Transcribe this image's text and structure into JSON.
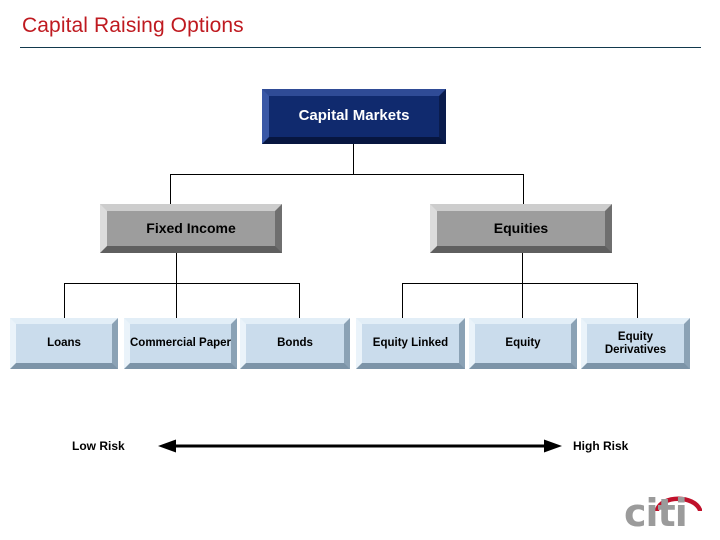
{
  "slide": {
    "title": "Capital Raising Options",
    "title_color": "#bf1a20",
    "rule_color": "#12394d",
    "background": "#ffffff"
  },
  "diagram_data": {
    "type": "hierarchy",
    "orientation": "top-down",
    "levels": 3,
    "nodes": [
      {
        "id": "capital-markets",
        "label": "Capital Markets",
        "level": 1,
        "style": "navy",
        "fill": "#102a6e",
        "text_color": "#ffffff",
        "children": [
          "fixed-income",
          "equities"
        ]
      },
      {
        "id": "fixed-income",
        "label": "Fixed Income",
        "level": 2,
        "style": "gray",
        "fill": "#9d9d9d",
        "text_color": "#000000",
        "children": [
          "loans",
          "commercial-paper",
          "bonds"
        ]
      },
      {
        "id": "equities",
        "label": "Equities",
        "level": 2,
        "style": "gray",
        "fill": "#9d9d9d",
        "text_color": "#000000",
        "children": [
          "equity-linked",
          "equity",
          "equity-derivatives"
        ]
      },
      {
        "id": "loans",
        "label": "Loans",
        "level": 3,
        "style": "blue",
        "fill": "#cadcec",
        "text_color": "#000000"
      },
      {
        "id": "commercial-paper",
        "label": "Commercial Paper",
        "level": 3,
        "style": "blue",
        "fill": "#cadcec",
        "text_color": "#000000"
      },
      {
        "id": "bonds",
        "label": "Bonds",
        "level": 3,
        "style": "blue",
        "fill": "#cadcec",
        "text_color": "#000000"
      },
      {
        "id": "equity-linked",
        "label": "Equity Linked",
        "level": 3,
        "style": "blue",
        "fill": "#cadcec",
        "text_color": "#000000"
      },
      {
        "id": "equity",
        "label": "Equity",
        "level": 3,
        "style": "blue",
        "fill": "#cadcec",
        "text_color": "#000000"
      },
      {
        "id": "equity-derivatives",
        "label": "Equity Derivatives",
        "level": 3,
        "style": "blue",
        "fill": "#cadcec",
        "text_color": "#000000"
      }
    ]
  },
  "risk_scale": {
    "left_label": "Low Risk",
    "right_label": "High Risk",
    "arrow_style": "double-headed",
    "arrow_color": "#000000"
  },
  "logo": {
    "wordmark": "citi",
    "wordmark_color": "#9b9b9b",
    "arc_color": "#c0112b"
  }
}
